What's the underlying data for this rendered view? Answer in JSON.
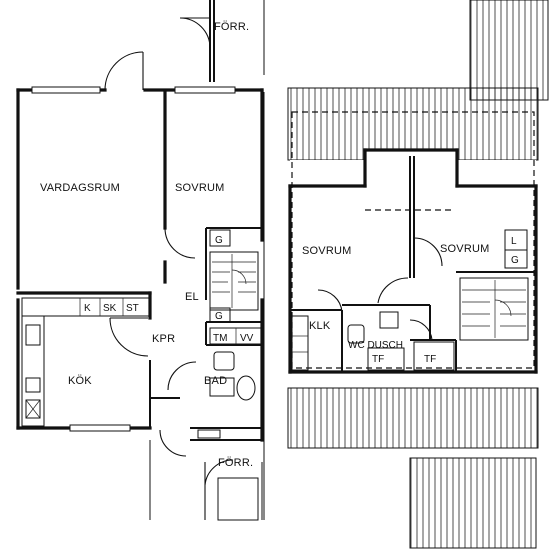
{
  "ground_floor": {
    "rooms": {
      "forr_top": "FÖRR.",
      "vardagsrum": "VARDAGSRUM",
      "sovrum": "SOVRUM",
      "el": "EL",
      "kok": "KÖK",
      "kpr": "KPR",
      "bad": "BAD",
      "forr_bottom": "FÖRR."
    },
    "fixtures": {
      "k": "K",
      "sk": "SK",
      "st": "ST",
      "g1": "G",
      "g2": "G",
      "tm": "TM",
      "vv": "VV"
    }
  },
  "upper_floor": {
    "rooms": {
      "sovrum_left": "SOVRUM",
      "sovrum_right": "SOVRUM",
      "klk": "KLK",
      "wc_dusch": "WC DUSCH"
    },
    "fixtures": {
      "l": "L",
      "g": "G",
      "tf1": "TF",
      "tf2": "TF"
    }
  }
}
